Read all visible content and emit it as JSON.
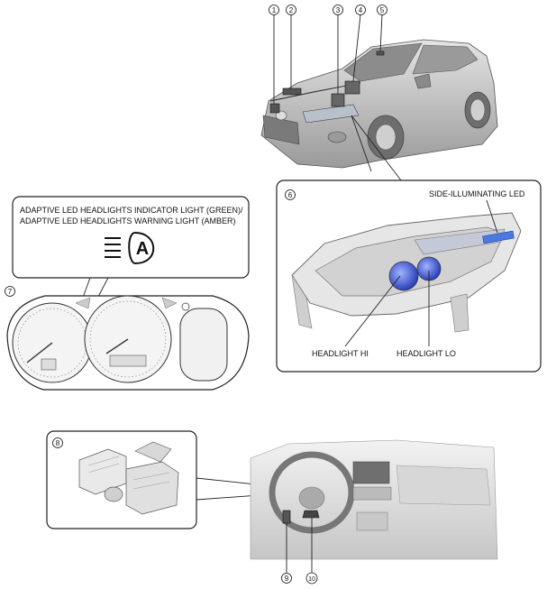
{
  "callouts": {
    "c1": "1",
    "c2": "2",
    "c3": "3",
    "c4": "4",
    "c5": "5",
    "c6": "6",
    "c7": "7",
    "c8": "8",
    "c9": "9",
    "c10": "10"
  },
  "indicator": {
    "line1": "ADAPTIVE LED HEADLIGHTS INDICATOR LIGHT (GREEN)/",
    "line2": "ADAPTIVE LED HEADLIGHTS WARNING LIGHT (AMBER)",
    "symbol": "A"
  },
  "headlight": {
    "side_led": "SIDE-ILLUMINATING LED",
    "hi": "HEADLIGHT HI",
    "lo": "HEADLIGHT LO"
  },
  "colors": {
    "lens_blue": "#3b5bd6",
    "led_blue": "#4a7ae0",
    "body_gray": "#bdbdbd"
  }
}
